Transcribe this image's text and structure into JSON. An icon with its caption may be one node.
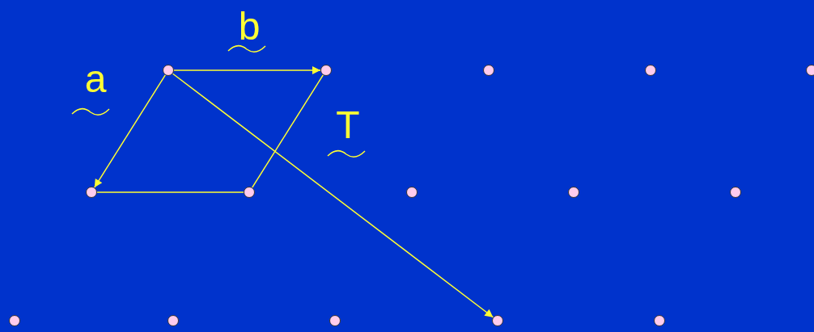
{
  "diagram": {
    "nodes": [
      {
        "text": [],
        "shape": "circle"
      },
      {
        "text": [],
        "shape": "circle"
      },
      {
        "text": [],
        "shape": "circle"
      },
      {
        "text": [],
        "shape": "circle"
      },
      {
        "text": [],
        "shape": "circle"
      },
      {
        "text": [],
        "shape": "circle"
      },
      {
        "text": [],
        "shape": "circle"
      },
      {
        "text": [],
        "shape": "circle"
      },
      {
        "text": [],
        "shape": "circle"
      },
      {
        "text": [],
        "shape": "circle"
      },
      {
        "text": [],
        "shape": "circle"
      },
      {
        "text": [],
        "shape": "circle"
      },
      {
        "text": [],
        "shape": "circle"
      },
      {
        "text": [],
        "shape": "circle"
      },
      {
        "text": [],
        "shape": "circle"
      }
    ],
    "edges": [
      {
        "from": 0,
        "to": 1,
        "arrow": "to",
        "label": "b"
      },
      {
        "from": 0,
        "to": 5,
        "arrow": "to",
        "label": "a"
      },
      {
        "from": 5,
        "to": 6,
        "arrow": "none"
      },
      {
        "from": 6,
        "to": 1,
        "arrow": "none"
      },
      {
        "from": 0,
        "to": 13,
        "arrow": "to",
        "label": "T"
      }
    ]
  }
}
